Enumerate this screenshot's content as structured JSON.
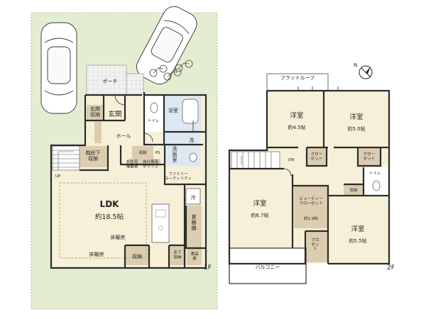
{
  "labels": {
    "porch": "ポーチ",
    "entrance_storage": "玄関\n収納",
    "entrance": "玄関",
    "hall": "ホール",
    "toilet_1f": "トイレ",
    "bathroom": "浴室",
    "wash": "洗",
    "washroom": "洗\n面\n室",
    "stairs_storage": "階段下\n収納",
    "storage_1f": "収納",
    "ps": "PS",
    "storage_note_a": "お住宅\n備蓄庫",
    "storage_note_b": "自分専用\nボックス",
    "family_utility": "ファミリー\nユーティリティ",
    "fridge": "冷",
    "pantry": "食\n器\n棚",
    "ldk": "LDK",
    "ldk_size": "約18.5帖",
    "floor_heating_1": "床暖房",
    "floor_heating_2": "床暖房",
    "storage_bottom": "収納",
    "underfloor_storage": "床下\n収納",
    "food_storage": "食品\n庫",
    "up": "UP",
    "floor_1": "1F",
    "flat_roof": "フラットルーフ",
    "room_a": "洋室",
    "room_a_size": "約4.5帖",
    "room_b": "洋室",
    "room_b_size": "約5.0帖",
    "closet_a": "クロー\nゼット",
    "closet_b": "クロー\nゼット",
    "dn": "DN",
    "toilet_2f": "トイレ",
    "storage_2f": "収納",
    "room_c": "洋室",
    "room_c_size": "約6.7帖",
    "beauty_closet": "ビューティー\nクローゼット",
    "beauty_closet_size": "約1.9帖",
    "room_d": "洋室",
    "room_d_size": "約5.5帖",
    "closet_c": "クロ\nゼッ\nト",
    "balcony": "バルコニー",
    "floor_2": "2F",
    "north": "N"
  },
  "colors": {
    "lot": "#e3edd2",
    "room_floor": "#f7f0d9",
    "storage": "#dccdb0",
    "wet_area": "#dde8f2",
    "wall": "#2b2b2b",
    "porch_tile": "#d8d8d8"
  }
}
